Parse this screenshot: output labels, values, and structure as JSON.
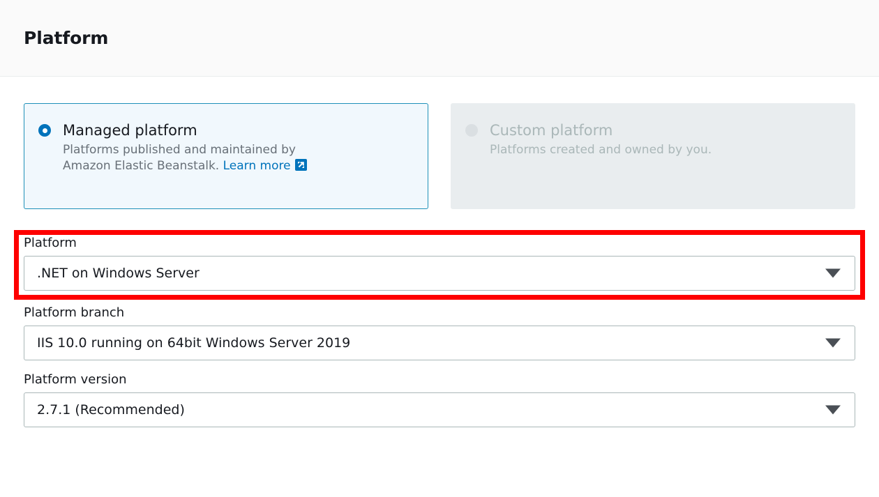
{
  "header": {
    "title": "Platform"
  },
  "platform_type": {
    "options": [
      {
        "id": "managed-platform",
        "title": "Managed platform",
        "description_line1": "Platforms published and maintained by",
        "description_line2": "Amazon Elastic Beanstalk.",
        "link_label": "Learn more",
        "link_icon": "external-link-icon",
        "selected": true,
        "disabled": false
      },
      {
        "id": "custom-platform",
        "title": "Custom platform",
        "description_line1": "Platforms created and owned by you.",
        "description_line2": "",
        "link_label": "",
        "link_icon": "",
        "selected": false,
        "disabled": true
      }
    ]
  },
  "fields": [
    {
      "id": "platform",
      "label": "Platform",
      "value": ".NET on Windows Server",
      "arrow_icon": "chevron-down-icon",
      "highlighted": true
    },
    {
      "id": "platform-branch",
      "label": "Platform branch",
      "value": "IIS 10.0 running on 64bit Windows Server 2019",
      "arrow_icon": "chevron-down-icon",
      "highlighted": false
    },
    {
      "id": "platform-version",
      "label": "Platform version",
      "value": "2.7.1 (Recommended)",
      "arrow_icon": "chevron-down-icon",
      "highlighted": false
    }
  ],
  "colors": {
    "accent_blue": "#0073bb",
    "card_border": "#1e90b8",
    "card_background": "#f1f8fd",
    "disabled_background": "#e9edef",
    "highlight_red": "#fe0000"
  }
}
